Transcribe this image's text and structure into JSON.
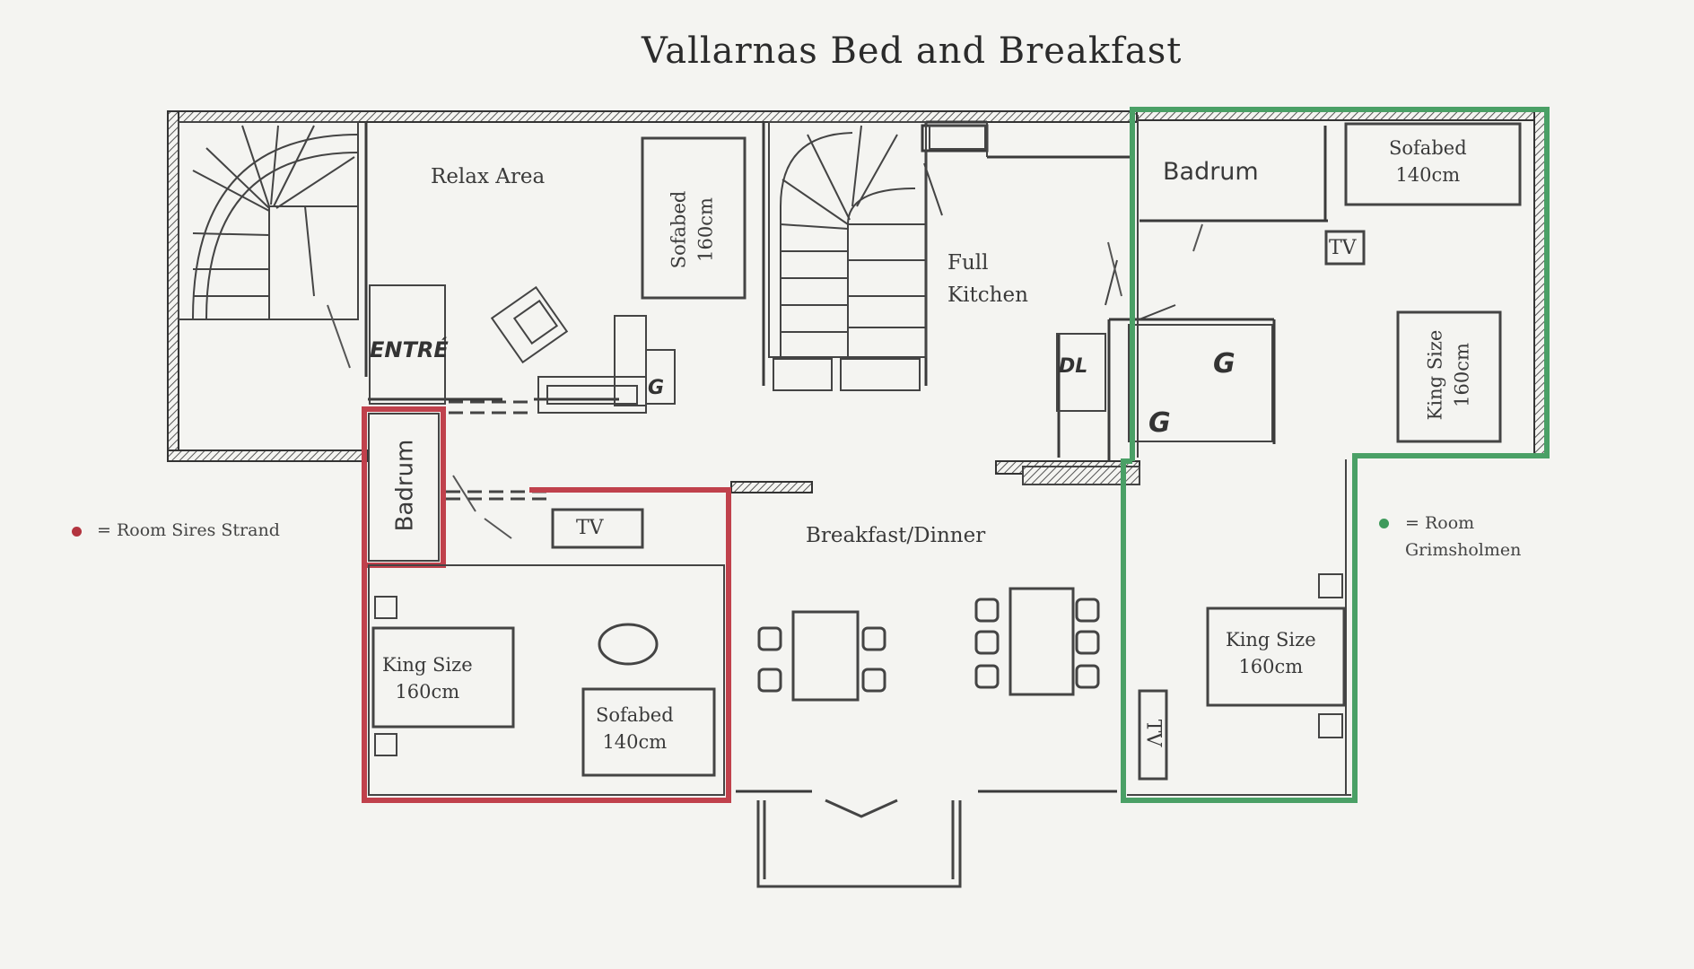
{
  "title": "Vallarnas Bed and Breakfast",
  "rooms": {
    "relax_area": "Relax Area",
    "full_kitchen_line1": "Full",
    "full_kitchen_line2": "Kitchen",
    "breakfast_dinner": "Breakfast/Dinner",
    "badrum_top": "Badrum",
    "badrum_left": "Badrum",
    "entre": "ENTRÉ"
  },
  "furniture": {
    "sofabed_160_line1": "Sofabed",
    "sofabed_160_line2": "160cm",
    "sofabed_140_green_line1": "Sofabed",
    "sofabed_140_green_line2": "140cm",
    "sofabed_140_red_line1": "Sofabed",
    "sofabed_140_red_line2": "140cm",
    "king_red_line1": "King Size",
    "king_red_line2": "160cm",
    "king_green_right_line1": "King Size",
    "king_green_right_line2": "160cm",
    "king_green_lower_line1": "King Size",
    "king_green_lower_line2": "160cm",
    "tv_red": "TV",
    "tv_green_top": "TV",
    "tv_green_lower": "TV",
    "g1": "G",
    "g2": "G",
    "g3": "G",
    "d": "DL"
  },
  "legend": {
    "red_label": "= Room Sires Strand",
    "green_label_line1": "= Room",
    "green_label_line2": "Grimsholmen",
    "red_color": "#b3343f",
    "green_color": "#3f9a5c"
  },
  "colors": {
    "wall": "#3a3a3a",
    "red_outline": "#c0414c",
    "green_outline": "#4aa066"
  }
}
